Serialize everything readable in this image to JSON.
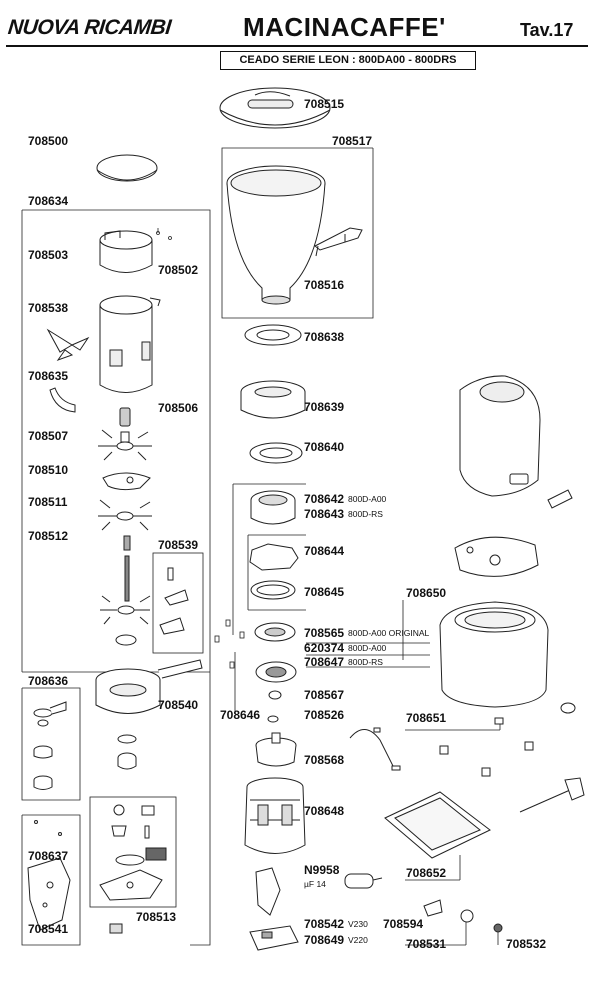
{
  "header": {
    "brand": "NUOVA RICAMBI",
    "title": "MACINACAFFE'",
    "table_ref": "Tav.17",
    "subtitle": "CEADO SERIE LEON : 800DA00 - 800DRS"
  },
  "parts": {
    "p708515": "708515",
    "p708500": "708500",
    "p708517": "708517",
    "p708634": "708634",
    "p708503": "708503",
    "p708502": "708502",
    "p708516": "708516",
    "p708538": "708538",
    "p708638": "708638",
    "p708635": "708635",
    "p708639": "708639",
    "p708506": "708506",
    "p708507": "708507",
    "p708640": "708640",
    "p708510": "708510",
    "p708642": "708642",
    "p708643": "708643",
    "p708511": "708511",
    "p708512": "708512",
    "p708539": "708539",
    "p708644": "708644",
    "p708645": "708645",
    "p708650": "708650",
    "p708565": "708565",
    "p620374": "620374",
    "p708647": "708647",
    "p708636": "708636",
    "p708567": "708567",
    "p708540": "708540",
    "p708646": "708646",
    "p708526": "708526",
    "p708651": "708651",
    "p708568": "708568",
    "p708648": "708648",
    "p708637": "708637",
    "p708513": "708513",
    "pN9958": "N9958",
    "p708652": "708652",
    "p708541": "708541",
    "p708594": "708594",
    "p708542": "708542",
    "p708649": "708649",
    "p708531": "708531",
    "p708532": "708532"
  },
  "notes": {
    "n708642": "800D-A00",
    "n708643": "800D-RS",
    "n708565": "800D-A00 ORIGINAL",
    "n620374": "800D-A00",
    "n708647": "800D-RS",
    "nN9958": "µF 14",
    "n708542": "V230",
    "n708649": "V220"
  }
}
